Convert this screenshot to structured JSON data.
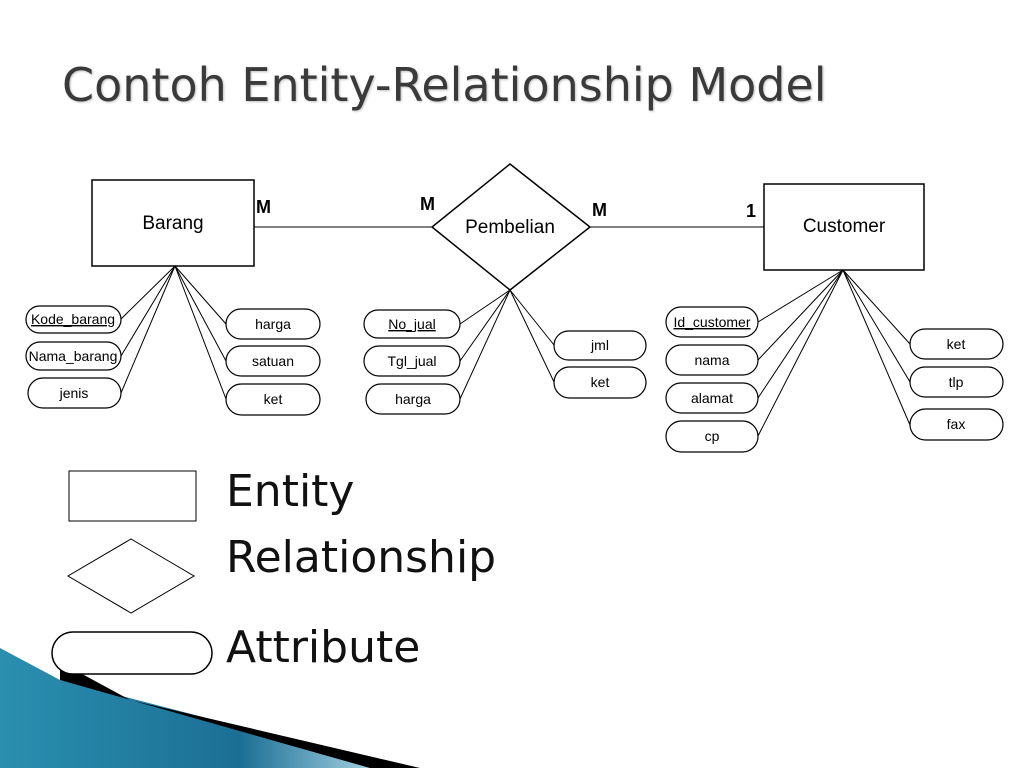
{
  "title": "Contoh Entity-Relationship Model",
  "entities": {
    "barang": "Barang",
    "customer": "Customer"
  },
  "relationship": {
    "pembelian": "Pembelian"
  },
  "cardinalities": {
    "barang_side": "M",
    "pembelian_left": "M",
    "pembelian_right": "M",
    "customer_side": "1"
  },
  "attributes": {
    "barang": [
      "Kode_barang",
      "Nama_barang",
      "jenis",
      "harga",
      "satuan",
      "ket"
    ],
    "pembelian": [
      "No_jual",
      "Tgl_jual",
      "harga",
      "jml",
      "ket"
    ],
    "customer": [
      "Id_customer",
      "nama",
      "alamat",
      "cp",
      "ket",
      "tlp",
      "fax"
    ]
  },
  "legend": {
    "entity": "Entity",
    "relationship": "Relationship",
    "attribute": "Attribute"
  }
}
